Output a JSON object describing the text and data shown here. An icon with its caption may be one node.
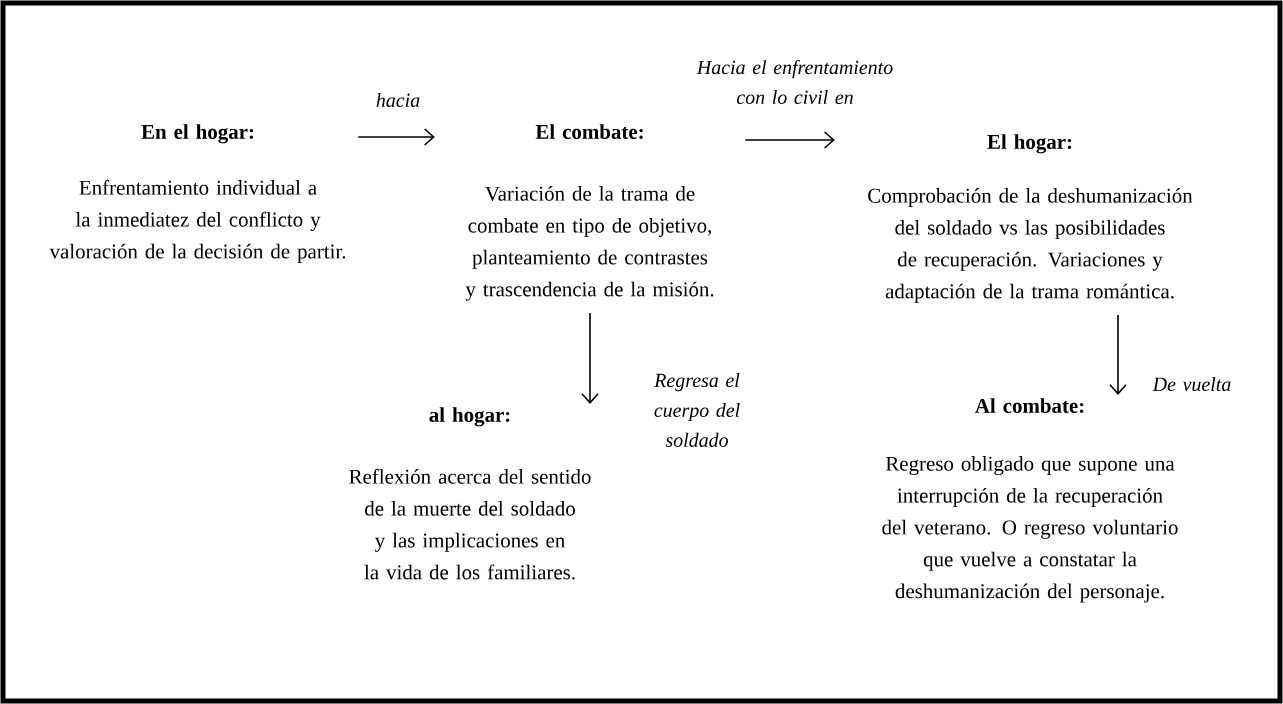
{
  "diagram": {
    "nodes": [
      {
        "text": [
          "En el hogar:",
          "Enfrentamiento individual a la inmediatez del conflicto y valoración de la decisión de partir."
        ]
      },
      {
        "text": [
          "El combate:",
          "Variación de la trama de combate en tipo de objetivo, planteamiento de contrastes y trascendencia de la misión."
        ]
      },
      {
        "text": [
          "El hogar:",
          "Comprobación de la deshumanización del soldado vs las posibilidades de recuperación. Variaciones y adaptación de la trama romántica."
        ]
      },
      {
        "text": [
          "al hogar:",
          "Reflexión acerca del sentido de la muerte del soldado y las implicaciones en la vida de los familiares."
        ]
      },
      {
        "text": [
          "Al combate:",
          "Regreso obligado que supone una interrupción de la recuperación del veterano. O regreso voluntario que vuelve a constatar la deshumanización del personaje."
        ]
      }
    ],
    "edges": [
      {
        "from": 0,
        "to": 1,
        "arrow": "to",
        "label": "hacia"
      },
      {
        "from": 1,
        "to": 2,
        "arrow": "to",
        "label": "Hacia el enfrentamiento con lo civil en"
      },
      {
        "from": 1,
        "to": 3,
        "arrow": "to",
        "label": "Regresa el cuerpo del soldado"
      },
      {
        "from": 2,
        "to": 4,
        "arrow": "to",
        "label": "De vuelta"
      }
    ]
  }
}
